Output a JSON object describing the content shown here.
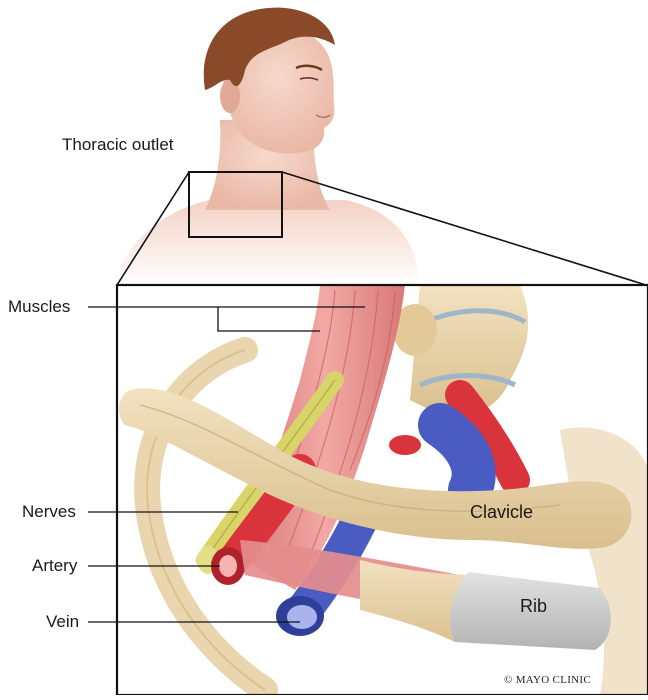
{
  "labels": {
    "thoracic_outlet": "Thoracic outlet",
    "muscles": "Muscles",
    "nerves": "Nerves",
    "artery": "Artery",
    "vein": "Vein",
    "clavicle": "Clavicle",
    "rib": "Rib"
  },
  "credit": "© MAYO CLINIC",
  "colors": {
    "skin": "#f1cbbd",
    "hair": "#8a4a2a",
    "bone": "#e8d3aa",
    "muscle": "#e79393",
    "nerve": "#d9d46a",
    "artery": "#d9343c",
    "vein": "#4a5cc2",
    "rib": "#c8c8c8",
    "outline": "#111111"
  }
}
